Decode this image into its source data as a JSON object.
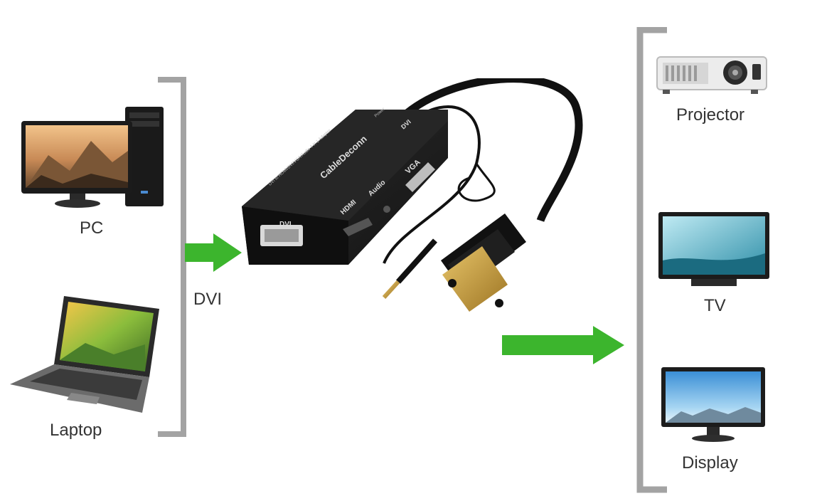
{
  "sources": {
    "pc_label": "PC",
    "laptop_label": "Laptop"
  },
  "input_connector_label": "DVI",
  "adapter": {
    "brand": "CableDeconn",
    "model_text": "DVI to HDMI/DVI/VGA/Audio 4 in 1 Adapter",
    "port_dvi": "DVI",
    "port_hdmi": "HDMI",
    "port_audio": "Audio",
    "port_vga": "VGA",
    "port_power": "Power",
    "port_dvi_top": "DVI"
  },
  "outputs": {
    "projector_label": "Projector",
    "tv_label": "TV",
    "display_label": "Display"
  },
  "colors": {
    "arrow_green": "#3cb52d",
    "bracket_gray": "#a3a3a3",
    "adapter_body": "#1c1c1c",
    "connector_gold": "#c9a037"
  }
}
